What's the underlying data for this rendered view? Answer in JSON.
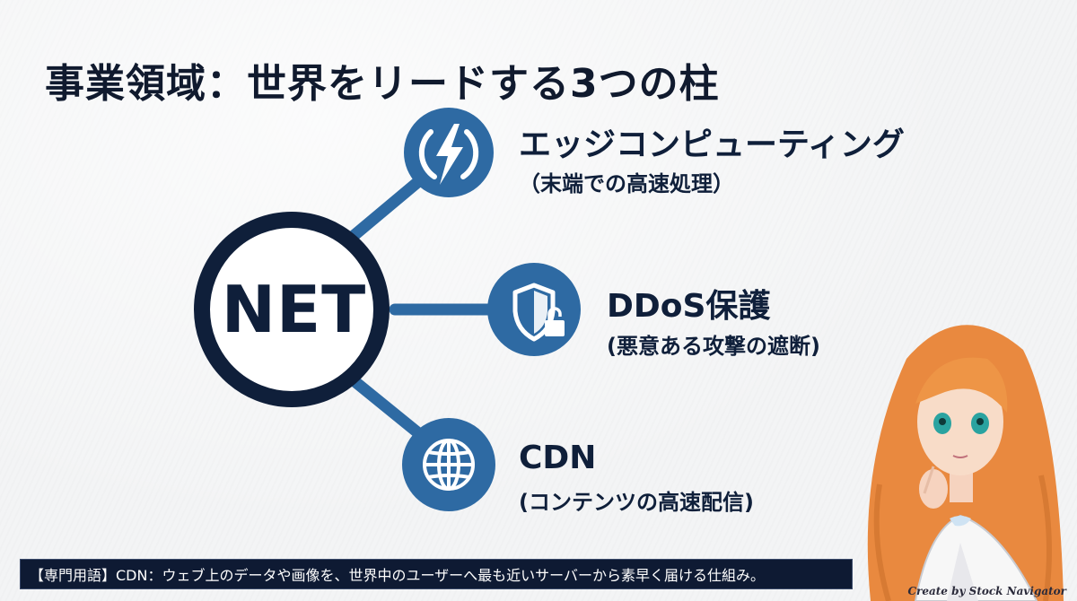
{
  "title": "事業領域：世界をリードする3つの柱",
  "hub": {
    "label": "NET"
  },
  "nodes": [
    {
      "title": "エッジコンピューティング",
      "subtitle": "（末端での高速処理）",
      "icon": "lightning-icon"
    },
    {
      "title": "DDoS保護",
      "subtitle": "(悪意ある攻撃の遮断)",
      "icon": "shield-lock-icon"
    },
    {
      "title": "CDN",
      "subtitle": "(コンテンツの高速配信)",
      "icon": "globe-icon"
    }
  ],
  "footer": {
    "text": "【専門用語】CDN：ウェブ上のデータや画像を、世界中のユーザーへ最も近いサーバーから素早く届ける仕組み。"
  },
  "credit": "Create by Stock Navigator",
  "colors": {
    "accent": "#2e6aa3",
    "hub_ring": "#0f1f3a",
    "text": "#0f1f3a",
    "footer_bg": "#0e1a33"
  }
}
